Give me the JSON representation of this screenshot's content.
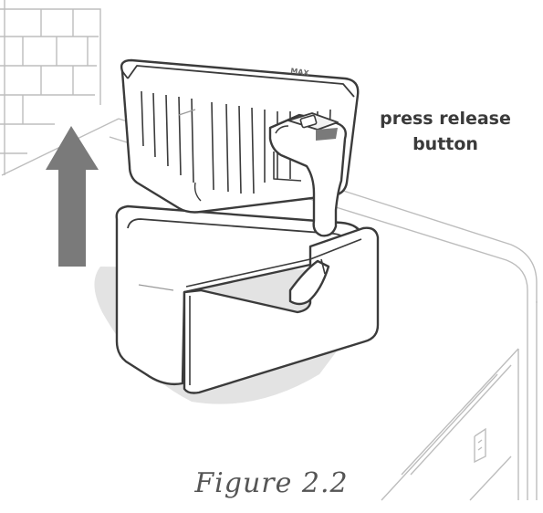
{
  "callout": {
    "line1": "press release",
    "line2": "button"
  },
  "basket_mark": "MAX",
  "caption": "Figure 2.2",
  "colors": {
    "stroke": "#3b3b3b",
    "arrow": "#7a7a7a",
    "shadow": "#e3e3e3",
    "light_line": "#bdbdbd"
  }
}
